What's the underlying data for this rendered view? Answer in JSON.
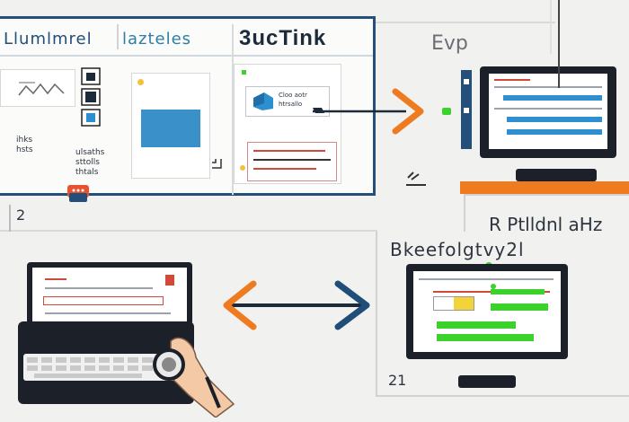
{
  "top_panel": {
    "title_left": "Llumlmrel",
    "title_mid": "lazteles",
    "title_right": "3ucTink",
    "note_a": "ihks\nhsts",
    "note_b": "ulsaths\nsttolls\nthtals"
  },
  "mid_card": {
    "label": "Cloo aotr\nhtrsallo"
  },
  "right_top": {
    "label": "Evp"
  },
  "separator_label_left": "2",
  "right_banner": {
    "label": "R Ptlldnl aHz"
  },
  "bottom_right": {
    "title": "Bkeefolgtvy2l",
    "footer_num": "21"
  },
  "colors": {
    "navy": "#1f4e79",
    "orange": "#ee7b1f",
    "green": "#3bd32b",
    "blue": "#2e8fd0"
  }
}
